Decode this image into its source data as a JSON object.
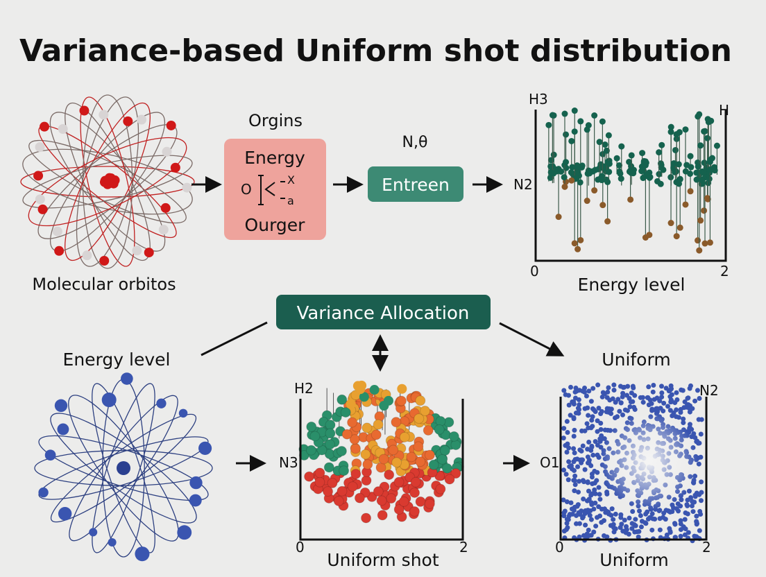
{
  "title": "Variance-based Uniform shot distribution",
  "top_row": {
    "molecule_label": "Molecular orbitos",
    "origins_label": "Orgins",
    "pink_box": {
      "line1": "Energy",
      "line2": "Ourger",
      "symbols": {
        "o": "O",
        "x": "X",
        "a": "a"
      }
    },
    "n_theta_label": "N,θ",
    "teal_box_label": "Entreen",
    "chart": {
      "top_left": "H3",
      "top_right": "H",
      "y_mid": "N2",
      "x_min": "0",
      "x_max": "2",
      "xlabel": "Energy level"
    }
  },
  "middle": {
    "allocation_label": "Variance Allocation"
  },
  "bottom_row": {
    "molecule_label": "Energy level",
    "chart_shot": {
      "top_left": "H2",
      "y_mid": "N3",
      "x_min": "0",
      "x_max": "2",
      "xlabel": "Uniform shot"
    },
    "chart_uniform": {
      "title": "Uniform",
      "top_right": "N2",
      "y_mid": "O1",
      "x_min": "0",
      "x_max": "2",
      "xlabel": "Uniform"
    }
  },
  "colors": {
    "background": "#ececeb",
    "pink_box": "#eea39c",
    "teal_box": "#3d8a74",
    "allocation_box": "#1b5e4f",
    "red_atom": "#d01818",
    "white_atom": "#d8d4d4",
    "green_dot": "#15624e",
    "brown_dot": "#8a5a2a",
    "blue_dot": "#3a55b0",
    "orange_dot": "#e8a030"
  }
}
